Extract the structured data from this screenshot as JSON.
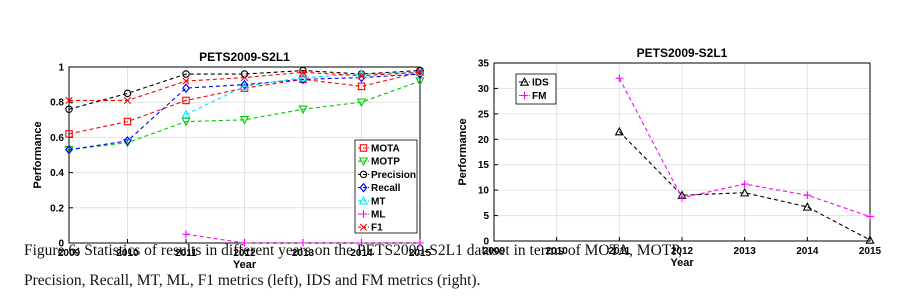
{
  "chart_data": [
    {
      "type": "line",
      "title": "PETS2009-S2L1",
      "xlabel": "Year",
      "ylabel": "Performance",
      "xlim": [
        2009,
        2015
      ],
      "ylim": [
        0,
        1
      ],
      "x_ticks": [
        "2009",
        "2010",
        "2011",
        "2012",
        "2013",
        "2014",
        "2015"
      ],
      "y_ticks": [
        "0",
        "0.2",
        "0.4",
        "0.6",
        "0.8",
        "1"
      ],
      "grid": true,
      "legend_position": "right",
      "series": [
        {
          "name": "MOTA",
          "color": "#ff0000",
          "marker": "square",
          "x": [
            2009,
            2010,
            2011,
            2012,
            2013,
            2014,
            2015
          ],
          "y": [
            0.62,
            0.69,
            0.81,
            0.88,
            0.93,
            0.89,
            0.97
          ]
        },
        {
          "name": "MOTP",
          "color": "#00cc00",
          "marker": "triangle-down",
          "x": [
            2009,
            2010,
            2011,
            2012,
            2013,
            2014,
            2015
          ],
          "y": [
            0.53,
            0.57,
            0.69,
            0.7,
            0.76,
            0.8,
            0.92
          ]
        },
        {
          "name": "Precision",
          "color": "#000000",
          "marker": "circle",
          "x": [
            2009,
            2010,
            2011,
            2012,
            2013,
            2014,
            2015
          ],
          "y": [
            0.76,
            0.85,
            0.96,
            0.96,
            0.98,
            0.96,
            0.98
          ]
        },
        {
          "name": "Recall",
          "color": "#0000ff",
          "marker": "diamond",
          "x": [
            2009,
            2010,
            2011,
            2012,
            2013,
            2014,
            2015
          ],
          "y": [
            0.53,
            0.58,
            0.88,
            0.9,
            0.93,
            0.94,
            0.96
          ]
        },
        {
          "name": "MT",
          "color": "#00e5ff",
          "marker": "triangle-up",
          "x": [
            2011,
            2012,
            2013,
            2014,
            2015
          ],
          "y": [
            0.73,
            0.89,
            0.94,
            0.96,
            0.97
          ]
        },
        {
          "name": "ML",
          "color": "#ff00ff",
          "marker": "plus",
          "x": [
            2011,
            2012,
            2013,
            2014,
            2015
          ],
          "y": [
            0.05,
            0.0,
            0.0,
            0.0,
            0.0
          ]
        },
        {
          "name": "F1",
          "color": "#ff0000",
          "marker": "cross",
          "x": [
            2009,
            2010,
            2011,
            2012,
            2013,
            2014,
            2015
          ],
          "y": [
            0.81,
            0.81,
            0.92,
            0.94,
            0.97,
            0.95,
            0.97
          ]
        }
      ]
    },
    {
      "type": "line",
      "title": "PETS2009-S2L1",
      "xlabel": "Year",
      "ylabel": "Performance",
      "xlim": [
        2009,
        2015
      ],
      "ylim": [
        0,
        35
      ],
      "x_ticks": [
        "2009",
        "2010",
        "2011",
        "2012",
        "2013",
        "2014",
        "2015"
      ],
      "y_ticks": [
        "0",
        "5",
        "10",
        "15",
        "20",
        "25",
        "30",
        "35"
      ],
      "grid": true,
      "legend_position": "top-left",
      "series": [
        {
          "name": "IDS",
          "color": "#000000",
          "marker": "triangle-up",
          "x": [
            2011,
            2012,
            2013,
            2014,
            2015
          ],
          "y": [
            21.5,
            9.0,
            9.5,
            6.7,
            0.2
          ]
        },
        {
          "name": "FM",
          "color": "#ff00ff",
          "marker": "plus",
          "x": [
            2011,
            2012,
            2013,
            2014,
            2015
          ],
          "y": [
            32.0,
            8.5,
            11.2,
            9.0,
            4.8
          ]
        }
      ]
    }
  ],
  "caption": {
    "line1": "Figure 6: Statistics of results in different years on the PETS2009-S2L1 dataset in terms of MOTA, MOTP,",
    "line2": "Precision, Recall, MT, ML, F1 metrics (left), IDS and FM metrics (right)."
  }
}
